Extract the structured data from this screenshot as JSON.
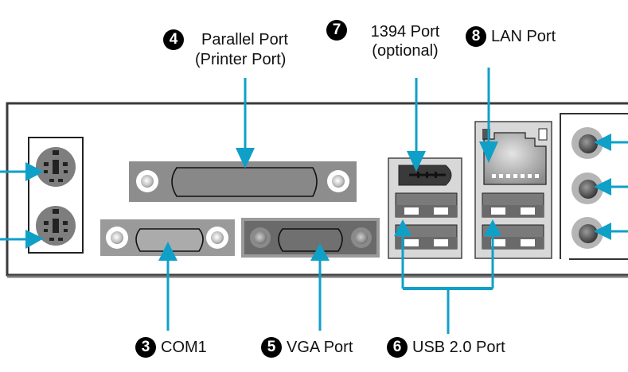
{
  "title": "Back Panel I/O Ports",
  "accent_color": "#0fa0c8",
  "callouts": [
    {
      "id": "parallel",
      "number": "4",
      "line1": "Parallel Port",
      "line2": "(Printer Port)"
    },
    {
      "id": "ieee1394",
      "number": "7",
      "line1": "1394 Port",
      "line2": "(optional)"
    },
    {
      "id": "lan",
      "number": "8",
      "line1": "LAN Port"
    },
    {
      "id": "com1",
      "number": "3",
      "line1": "COM1"
    },
    {
      "id": "vga",
      "number": "5",
      "line1": "VGA Port"
    },
    {
      "id": "usb",
      "number": "6",
      "line1": "USB 2.0 Port"
    }
  ],
  "components": [
    "ps2-mouse-port",
    "ps2-keyboard-port",
    "parallel-port",
    "com1-port",
    "vga-port",
    "ieee1394-port",
    "usb-ports-left",
    "rj45-lan-port",
    "usb-ports-right",
    "audio-jacks"
  ]
}
